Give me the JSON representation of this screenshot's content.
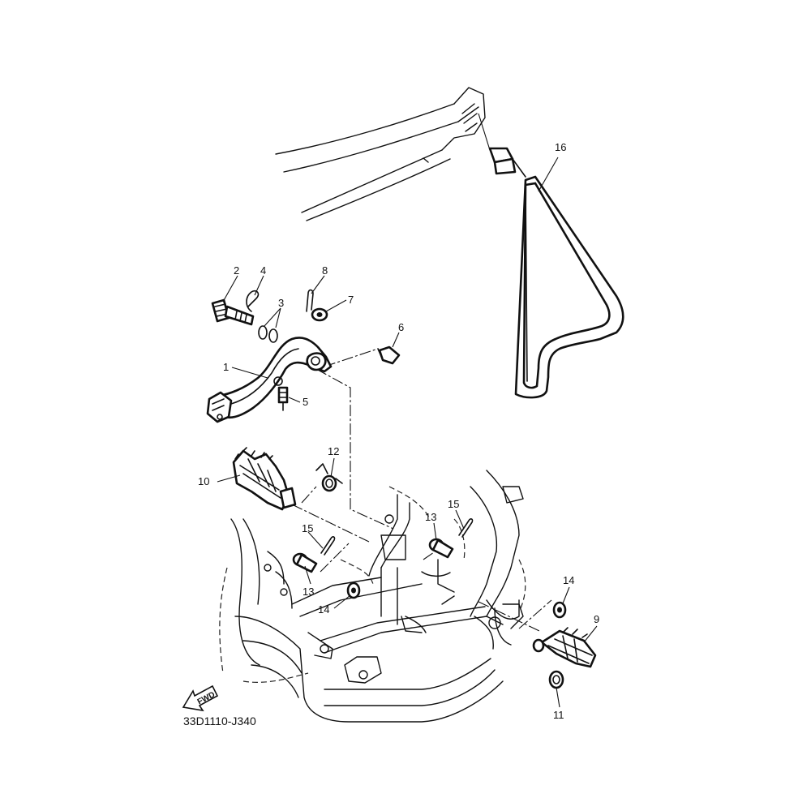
{
  "diagram": {
    "drawing_code": "33D1110-J340",
    "fwd_label": "FWD",
    "callouts": {
      "c1": "1",
      "c2": "2",
      "c3": "3",
      "c4": "4",
      "c5": "5",
      "c6": "6",
      "c7": "7",
      "c8": "8",
      "c9": "9",
      "c10": "10",
      "c11": "11",
      "c12": "12",
      "c13a": "13",
      "c13b": "13",
      "c14a": "14",
      "c14b": "14",
      "c15a": "15",
      "c15b": "15",
      "c16": "16"
    }
  }
}
